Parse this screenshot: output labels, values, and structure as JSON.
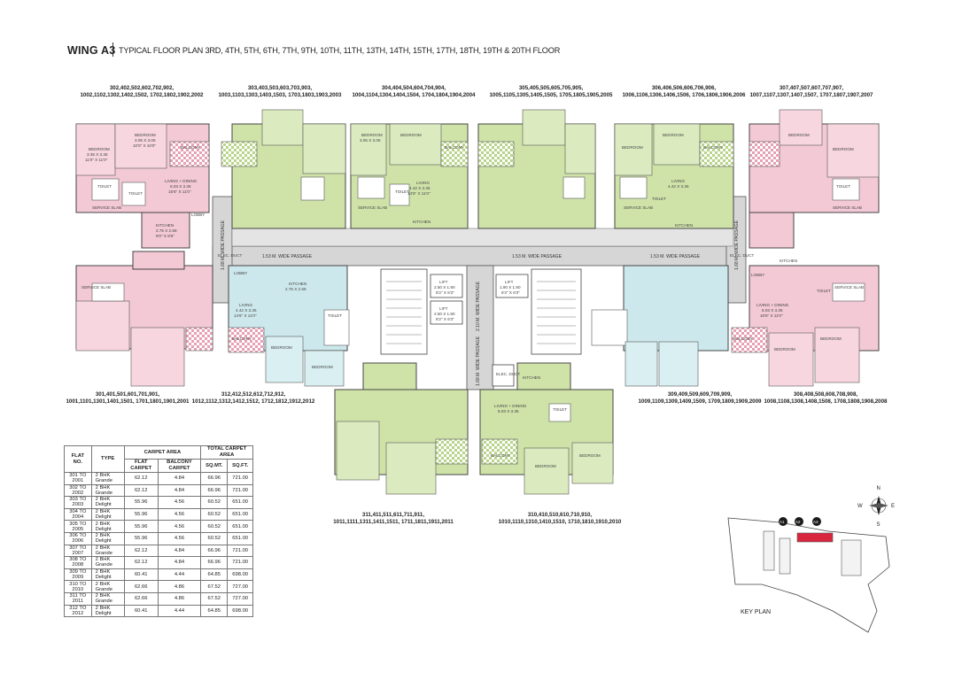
{
  "header": {
    "wing": "WING A3",
    "subtitle": "TYPICAL FLOOR PLAN 3RD, 4TH, 5TH, 6TH, 7TH, 9TH, 10TH, 11TH, 13TH, 14TH, 15TH, 17TH, 18TH, 19TH & 20TH FLOOR"
  },
  "flat_lists": {
    "f302": "302,402,502,602,702,902, 1002,1102,1302,1402,1502, 1702,1802,1902,2002",
    "f303": "303,403,503,603,703,903, 1003,1103,1303,1403,1503, 1703,1803,1903,2003",
    "f304": "304,404,504,604,704,904, 1004,1104,1304,1404,1504, 1704,1804,1904,2004",
    "f305": "305,405,505,605,705,905, 1005,1105,1305,1405,1505, 1705,1805,1905,2005",
    "f306": "306,406,506,606,706,906, 1006,1106,1306,1406,1506, 1706,1806,1906,2006",
    "f307": "307,407,507,607,707,907, 1007,1107,1307,1407,1507, 1707,1807,1907,2007",
    "f301": "301,401,501,601,701,901, 1001,1101,1301,1401,1501, 1701,1801,1901,2001",
    "f312": "312,412,512,612,712,912, 1012,1112,1312,1412,1512, 1712,1812,1912,2012",
    "f309": "309,409,509,609,709,909, 1009,1109,1309,1409,1509, 1709,1809,1909,2009",
    "f308": "308,408,508,608,708,908, 1008,1108,1308,1408,1508, 1708,1808,1908,2008",
    "f311": "311,411,511,611,711,911, 1011,1111,1311,1411,1511, 1711,1811,1911,2011",
    "f310": "310,410,510,610,710,910, 1010,1110,1310,1410,1510, 1710,1810,1910,2010"
  },
  "room_labels": {
    "bedroom": "BEDROOM",
    "balcony": "BALCONY",
    "living_dining": "LIVING + DINING",
    "living": "LIVING",
    "kitchen": "KITCHEN",
    "toilet": "TOILET",
    "service_slab": "SERVICE SLAB",
    "lobby": "LOBBY",
    "elec_duct": "ELEC. DUCT",
    "lift": "LIFT",
    "passage_153": "1.53 M. WIDE PASSAGE",
    "passage_168": "1.68 M. WIDE PASSAGE",
    "passage_210": "2.10 M. WIDE PASSAGE",
    "dim_bed_a": "3.35 X 3.35",
    "dim_bed_b": "3.05 X 3.05",
    "dim_bed_a_ft": "11'0\" X 11'0\"",
    "dim_bed_b_ft": "10'0\" X 10'0\"",
    "dim_living_a": "5.03 X 3.35",
    "dim_living_a_ft": "16'6\" X 11'0\"",
    "dim_living_b": "4.42 X 3.35",
    "dim_living_b_ft": "14'6\" X 11'0\"",
    "dim_kitchen": "2.75 X 2.58",
    "dim_kitchen_ft": "9'0\" X 8'6\"",
    "dim_lift_1": "2.50 X 1.90",
    "dim_lift_2": "2.50 X 1.80",
    "dim_lift_3": "1.90 X 1.90",
    "dim_lift_1_ft": "8'2\" X 6'3\"",
    "dim_lift_2_ft": "8'2\" X 6'3\"",
    "dim_lift_3_ft": "6'3\" X 6'3\""
  },
  "area_table": {
    "headers": {
      "flat_no": "FLAT NO.",
      "type": "TYPE",
      "carpet_area": "CARPET AREA",
      "total_carpet_area": "TOTAL CARPET AREA",
      "flat_carpet": "FLAT CARPET",
      "balcony_carpet": "BALCONY CARPET",
      "sqmt": "SQ.MT.",
      "sqft": "SQ.FT."
    },
    "rows": [
      [
        "301 TO 2001",
        "2 BHK Grande",
        "62.12",
        "4.84",
        "66.96",
        "721.00"
      ],
      [
        "302 TO 2002",
        "2 BHK Grande",
        "62.12",
        "4.84",
        "66.96",
        "721.00"
      ],
      [
        "303 TO 2003",
        "2 BHK Delight",
        "55.96",
        "4.56",
        "60.52",
        "651.00"
      ],
      [
        "304 TO 2004",
        "2 BHK Delight",
        "55.96",
        "4.56",
        "60.52",
        "651.00"
      ],
      [
        "305 TO 2005",
        "2 BHK Delight",
        "55.96",
        "4.56",
        "60.52",
        "651.00"
      ],
      [
        "306 TO 2006",
        "2 BHK Delight",
        "55.96",
        "4.56",
        "60.52",
        "651.00"
      ],
      [
        "307 TO 2007",
        "2 BHK Grande",
        "62.12",
        "4.84",
        "66.96",
        "721.00"
      ],
      [
        "308 TO 2008",
        "2 BHK Grande",
        "62.12",
        "4.84",
        "66.96",
        "721.00"
      ],
      [
        "309 TO 2009",
        "2 BHK Delight",
        "60.41",
        "4.44",
        "64.85",
        "698.00"
      ],
      [
        "310 TO 2010",
        "2 BHK Grande",
        "62.66",
        "4.86",
        "67.52",
        "727.00"
      ],
      [
        "311 TO 2011",
        "2 BHK Grande",
        "62.66",
        "4.86",
        "67.52",
        "727.00"
      ],
      [
        "312 TO 2012",
        "2 BHK Delight",
        "60.41",
        "4.44",
        "64.85",
        "698.00"
      ]
    ]
  },
  "key_plan": {
    "label": "KEY PLAN",
    "wings": [
      "A1",
      "A2",
      "A3"
    ],
    "compass": {
      "n": "N",
      "e": "E",
      "w": "W",
      "s": "S"
    }
  },
  "colors": {
    "pink": "#f3c9d6",
    "green": "#cfe3a9",
    "blue": "#cde8ec",
    "passage": "#d6d6d6",
    "accent_red": "#d7263d"
  }
}
